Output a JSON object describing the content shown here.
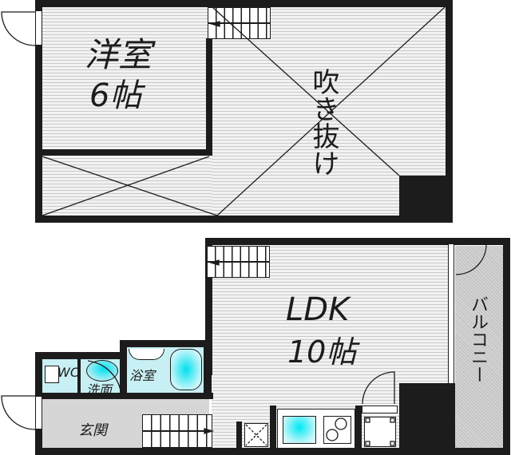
{
  "floor_upper": {
    "western_room": {
      "name": "洋室",
      "size": "6帖"
    },
    "void": {
      "name": "吹き抜け"
    }
  },
  "floor_lower": {
    "ldk": {
      "name": "LDK",
      "size": "10帖"
    },
    "balcony": {
      "name": "バルコニー"
    },
    "toilet": {
      "name": "WC"
    },
    "washroom": {
      "name": "洗面"
    },
    "bathroom": {
      "name": "浴室"
    },
    "entrance": {
      "name": "玄関"
    }
  },
  "colors": {
    "wall": "#1c1c1c",
    "floor": "#f2f2f2",
    "water_fixture": "#00e0f0",
    "wet_area": "#c8f0f4",
    "entrance": "#d6d6d6"
  }
}
